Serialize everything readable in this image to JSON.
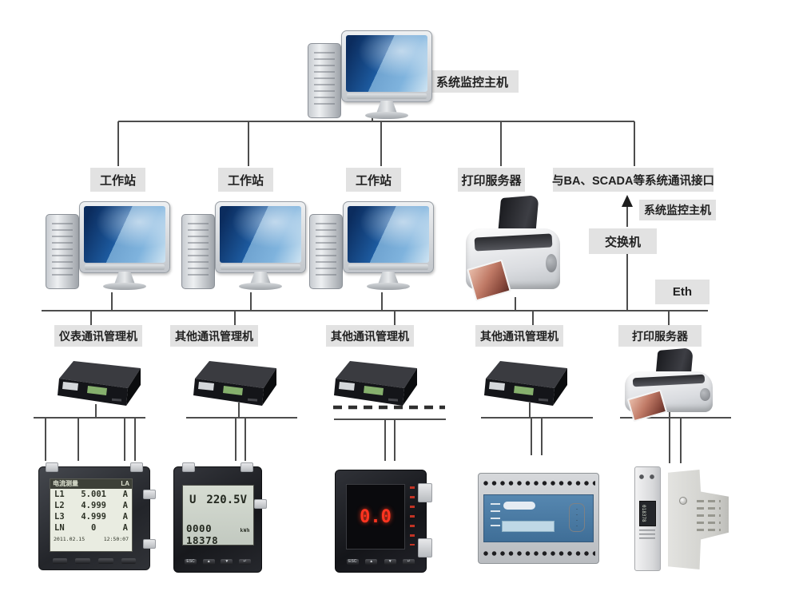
{
  "labels": {
    "top_host": "系统监控主机",
    "ws1": "工作站",
    "ws2": "工作站",
    "ws3": "工作站",
    "print_server": "打印服务器",
    "ba_scada": "与BA、SCADA等系统通讯接口",
    "monitor_host_right": "系统监控主机",
    "switch": "交换机",
    "eth": "Eth",
    "meter_mgr": "仪表通讯管理机",
    "other_mgr1": "其他通讯管理机",
    "other_mgr2": "其他通讯管理机",
    "other_mgr3": "其他通讯管理机",
    "print_server2": "打印服务器"
  },
  "meter1": {
    "header_left": "电流测量",
    "header_right": "LA",
    "rows": [
      {
        "phase": "L1",
        "value": "5.001",
        "unit": "A"
      },
      {
        "phase": "L2",
        "value": "4.999",
        "unit": "A"
      },
      {
        "phase": "L3",
        "value": "4.999",
        "unit": "A"
      },
      {
        "phase": "LN",
        "value": "0",
        "unit": "A"
      }
    ],
    "date": "2011.02.15",
    "time": "12:50:07"
  },
  "meter2": {
    "quantity": "U",
    "value": "220.5V",
    "energy": "0000 18378",
    "energy_unit": "kWh",
    "buttons": [
      "ESC",
      "▲",
      "▼",
      "↵"
    ]
  },
  "meter3": {
    "display": "0.0",
    "buttons": [
      "ESC",
      "▲",
      "▼",
      "↵"
    ]
  },
  "din_meter": {
    "lcd": "018378"
  },
  "colors": {
    "wire": "#4d4d4d",
    "label_bg": "#e2e2e2",
    "screen_blue": "#1d5ba0",
    "led_red": "#ff3420"
  }
}
